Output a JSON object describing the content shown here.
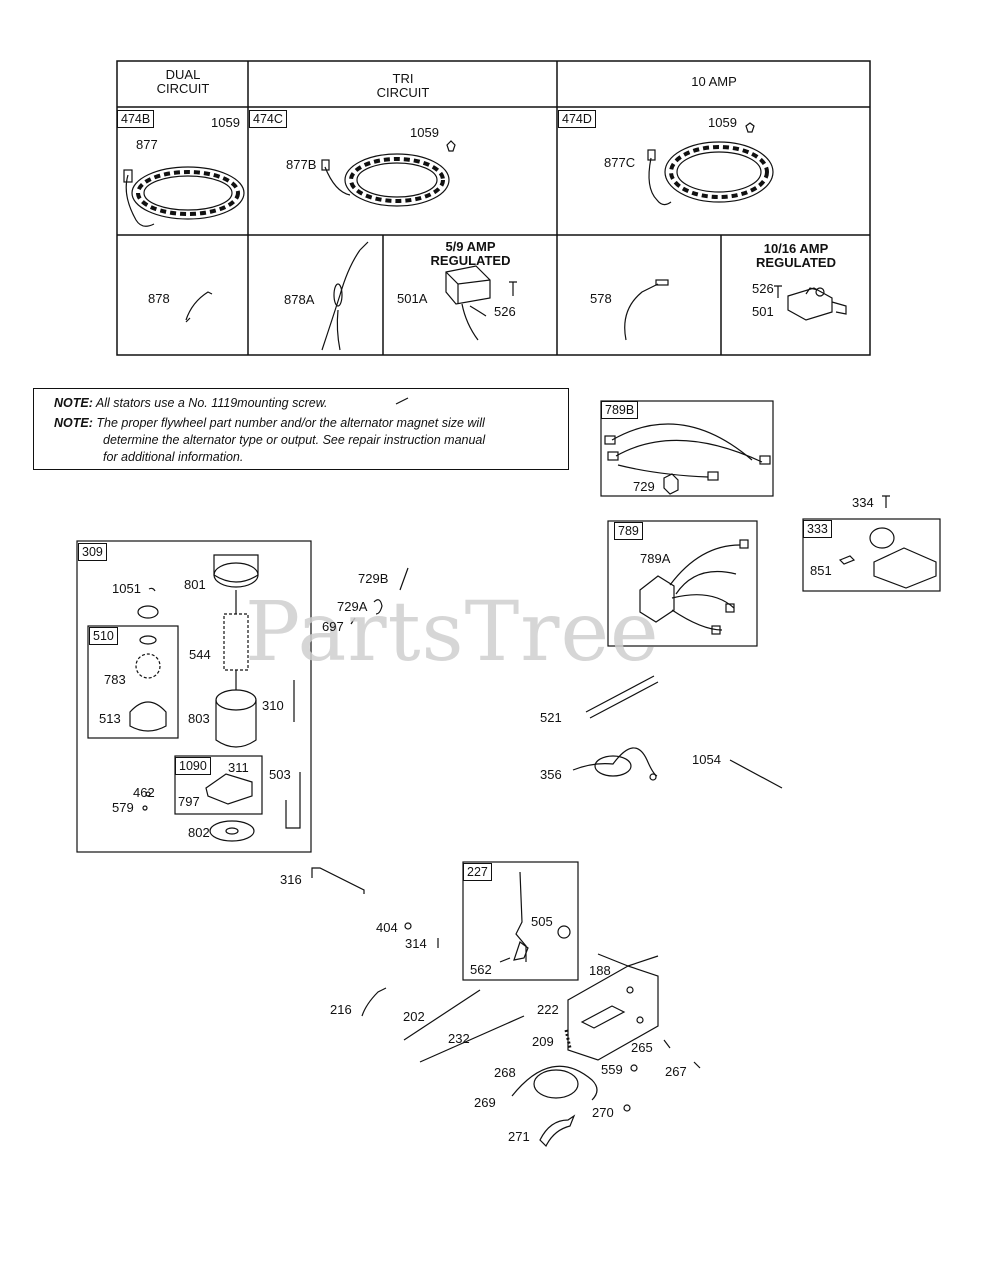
{
  "watermark": "PartsTree",
  "stator_table": {
    "headers": {
      "dual": "DUAL\nCIRCUIT",
      "tri": "TRI\nCIRCUIT",
      "amp10": "10 AMP"
    },
    "boxes": {
      "b474b": "474B",
      "b474c": "474C",
      "b474d": "474D"
    },
    "regulated_59": "5/9 AMP\nREGULATED",
    "regulated_1016": "10/16 AMP\nREGULATED"
  },
  "note": {
    "label": "NOTE:",
    "line1": "All stators use a No. 1119mounting screw.",
    "line2": "The proper flywheel part number and/or the alternator magnet size will",
    "line3": "determine the alternator type or output. See repair instruction manual",
    "line4": "for additional information."
  },
  "group_boxes": {
    "b789b": "789B",
    "b789": "789",
    "b333": "333",
    "b309": "309",
    "b510": "510",
    "b1090": "1090",
    "b227": "227"
  },
  "parts": {
    "p1059a": "1059",
    "p877": "877",
    "p1059b": "1059",
    "p877b": "877B",
    "p1059c": "1059",
    "p877c": "877C",
    "p878": "878",
    "p878a": "878A",
    "p501a": "501A",
    "p526a": "526",
    "p578": "578",
    "p526b": "526",
    "p501": "501",
    "p729": "729",
    "p334": "334",
    "p789a": "789A",
    "p851": "851",
    "p1051": "1051",
    "p801": "801",
    "p783": "783",
    "p544": "544",
    "p513": "513",
    "p803": "803",
    "p310": "310",
    "p311": "311",
    "p503": "503",
    "p462": "462",
    "p579": "579",
    "p797": "797",
    "p802": "802",
    "p729b": "729B",
    "p729a": "729A",
    "p697": "697",
    "p521": "521",
    "p356": "356",
    "p1054": "1054",
    "p316": "316",
    "p404": "404",
    "p314": "314",
    "p505": "505",
    "p562": "562",
    "p188": "188",
    "p216": "216",
    "p202": "202",
    "p222": "222",
    "p232": "232",
    "p209": "209",
    "p265": "265",
    "p268": "268",
    "p559": "559",
    "p267": "267",
    "p269": "269",
    "p270": "270",
    "p271": "271"
  }
}
